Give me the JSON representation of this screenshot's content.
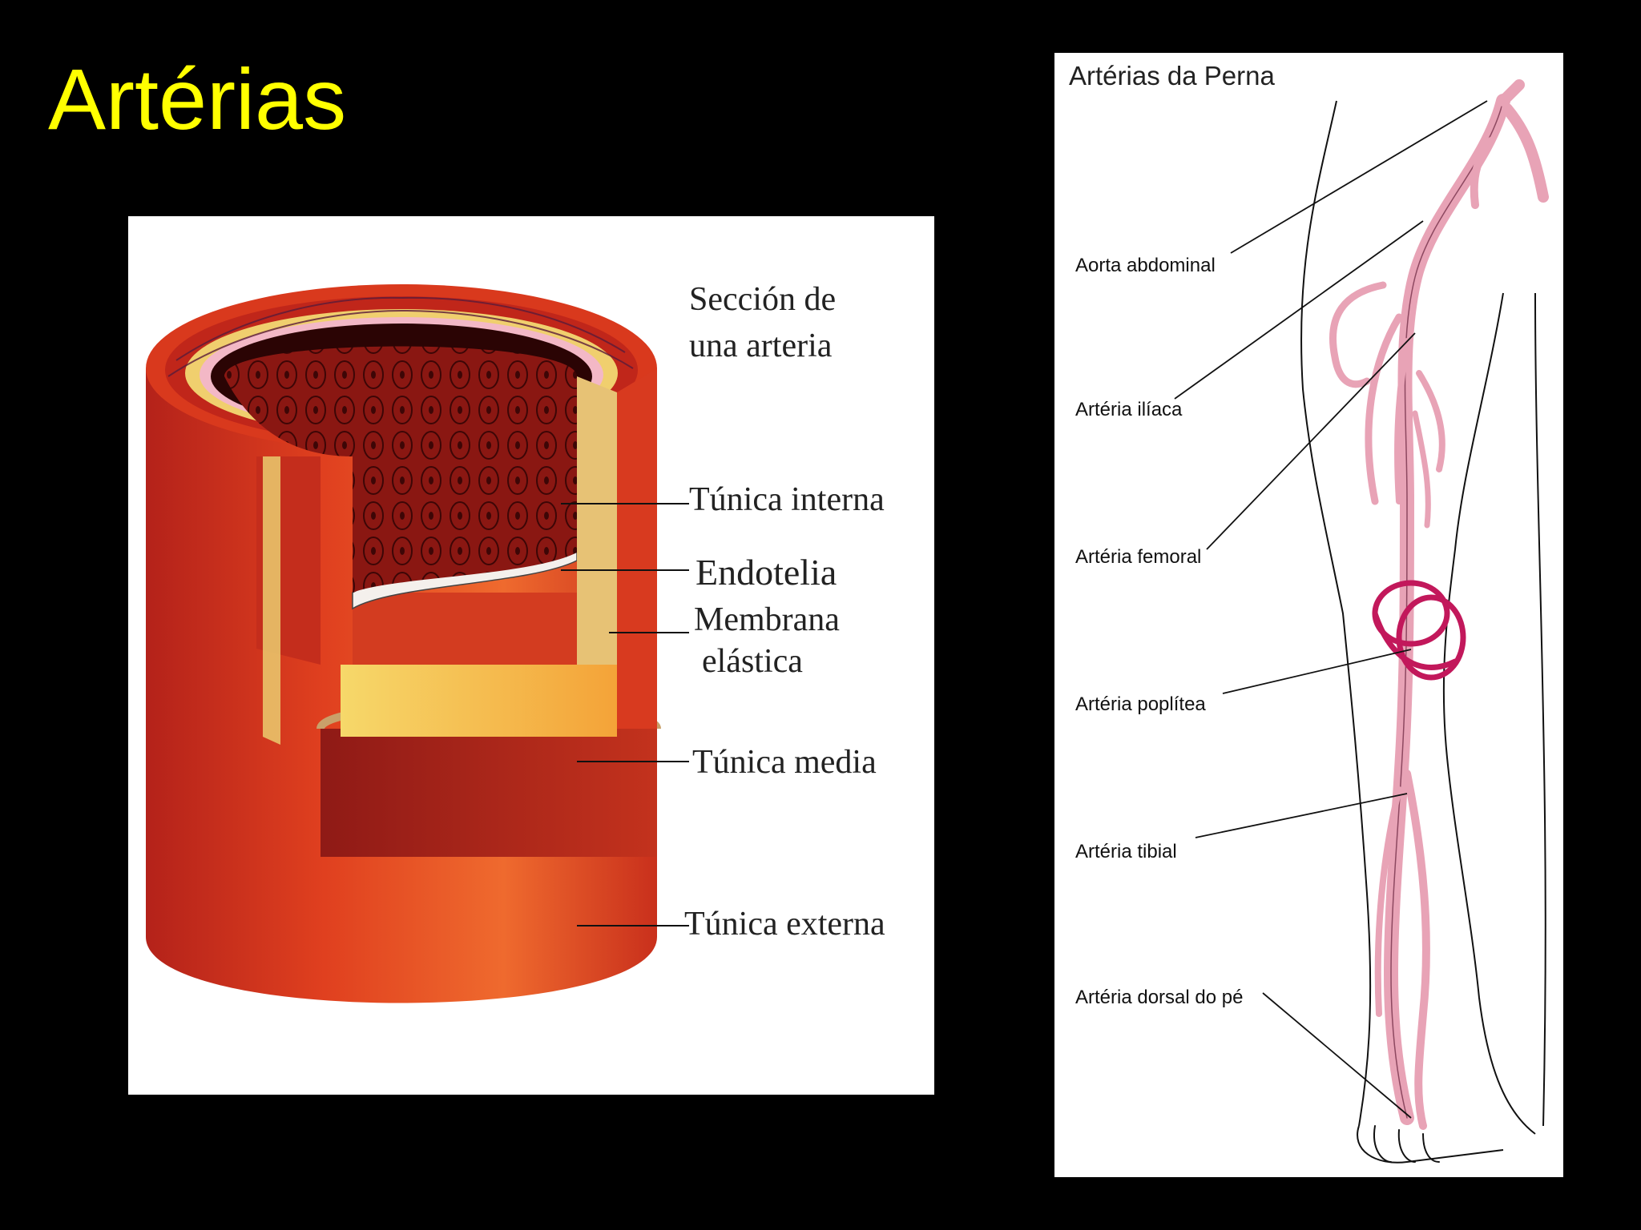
{
  "slide": {
    "title": "Artérias"
  },
  "artery_section": {
    "heading_line1": "Sección de",
    "heading_line2": "una arteria",
    "labels": {
      "tunica_interna": "Túnica interna",
      "endotelia": "Endotelia",
      "membrana_line1": "Membrana",
      "membrana_line2": "elástica",
      "tunica_media": "Túnica media",
      "tunica_externa": "Túnica externa"
    }
  },
  "leg_diagram": {
    "title": "Artérias da Perna",
    "labels": {
      "aorta": "Aorta abdominal",
      "iliaca": "Artéria ilíaca",
      "femoral": "Artéria femoral",
      "poplitea": "Artéria poplítea",
      "tibial": "Artéria tibial",
      "dorsal": "Artéria dorsal do pé"
    }
  },
  "colors": {
    "title": "#ffff00",
    "artery_red": "#d63a1e",
    "artery_pink": "#e8a3b6",
    "popliteal_magenta": "#c2185b"
  }
}
